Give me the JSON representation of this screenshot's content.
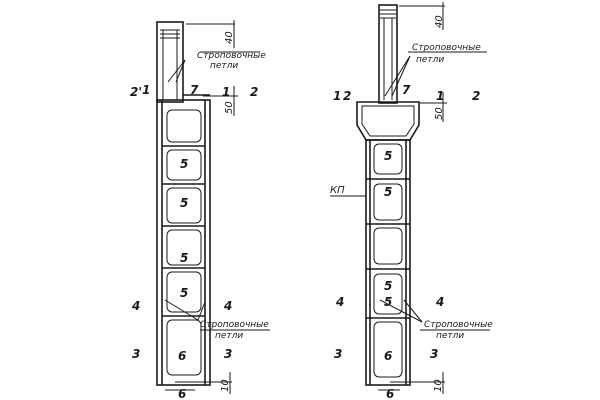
{
  "left_drawing": {
    "loop_label_top": [
      "Строповочные",
      "петли"
    ],
    "loop_label_bottom": [
      "Строповочные",
      "петли"
    ],
    "dim_top": "40",
    "dim_head": "50",
    "dim_bottom": "10",
    "dim_width": "6",
    "marks": {
      "one": "1",
      "two": "2",
      "two_prime": "2'",
      "three": "3",
      "four": "4",
      "five": "5",
      "six": "6",
      "seven": "7"
    }
  },
  "right_drawing": {
    "loop_label_top": [
      "Строповочные",
      "петли"
    ],
    "loop_label_bottom": [
      "Строповочные",
      "петли"
    ],
    "dim_top": "40",
    "dim_head": "50",
    "dim_bottom": "10",
    "dim_width": "6",
    "kp_label": "КП",
    "marks": {
      "one": "1",
      "two": "2",
      "three": "3",
      "four": "4",
      "five": "5",
      "six": "6",
      "seven": "7"
    }
  }
}
